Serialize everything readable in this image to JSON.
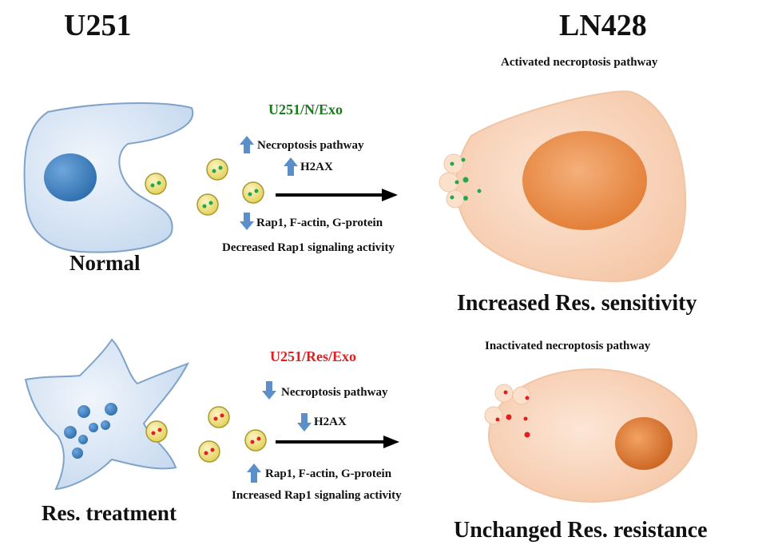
{
  "headers": {
    "left": "U251",
    "right": "LN428"
  },
  "top_panel": {
    "pathway_status": "Activated necroptosis pathway",
    "exo_label": "U251/N/Exo",
    "exo_color": "#1a7a1a",
    "effects": [
      {
        "direction": "up",
        "text": "Necroptosis pathway"
      },
      {
        "direction": "up",
        "text": "H2AX"
      },
      {
        "direction": "down",
        "text": "Rap1, F-actin, G-protein"
      }
    ],
    "summary": "Decreased Rap1 signaling activity",
    "source_label": "Normal",
    "outcome": "Increased Res. sensitivity",
    "dot_color": "#22a84a"
  },
  "bottom_panel": {
    "pathway_status": "Inactivated necroptosis pathway",
    "exo_label": "U251/Res/Exo",
    "exo_color": "#e02020",
    "effects": [
      {
        "direction": "down",
        "text": "Necroptosis pathway"
      },
      {
        "direction": "down",
        "text": "H2AX"
      },
      {
        "direction": "up",
        "text": "Rap1, F-actin, G-protein"
      }
    ],
    "summary": "Increased Rap1 signaling activity",
    "source_label": "Res. treatment",
    "outcome": "Unchanged Res. resistance",
    "dot_color": "#e02020"
  },
  "colors": {
    "arrow_blue": "#5b8fc9",
    "u251_cell": "#d9e6f5",
    "u251_nucleus": "#3c7fc0",
    "ln428_cell": "#f8d2b8",
    "ln428_nucleus": "#e8843c",
    "exosome": "#f0e27a"
  }
}
